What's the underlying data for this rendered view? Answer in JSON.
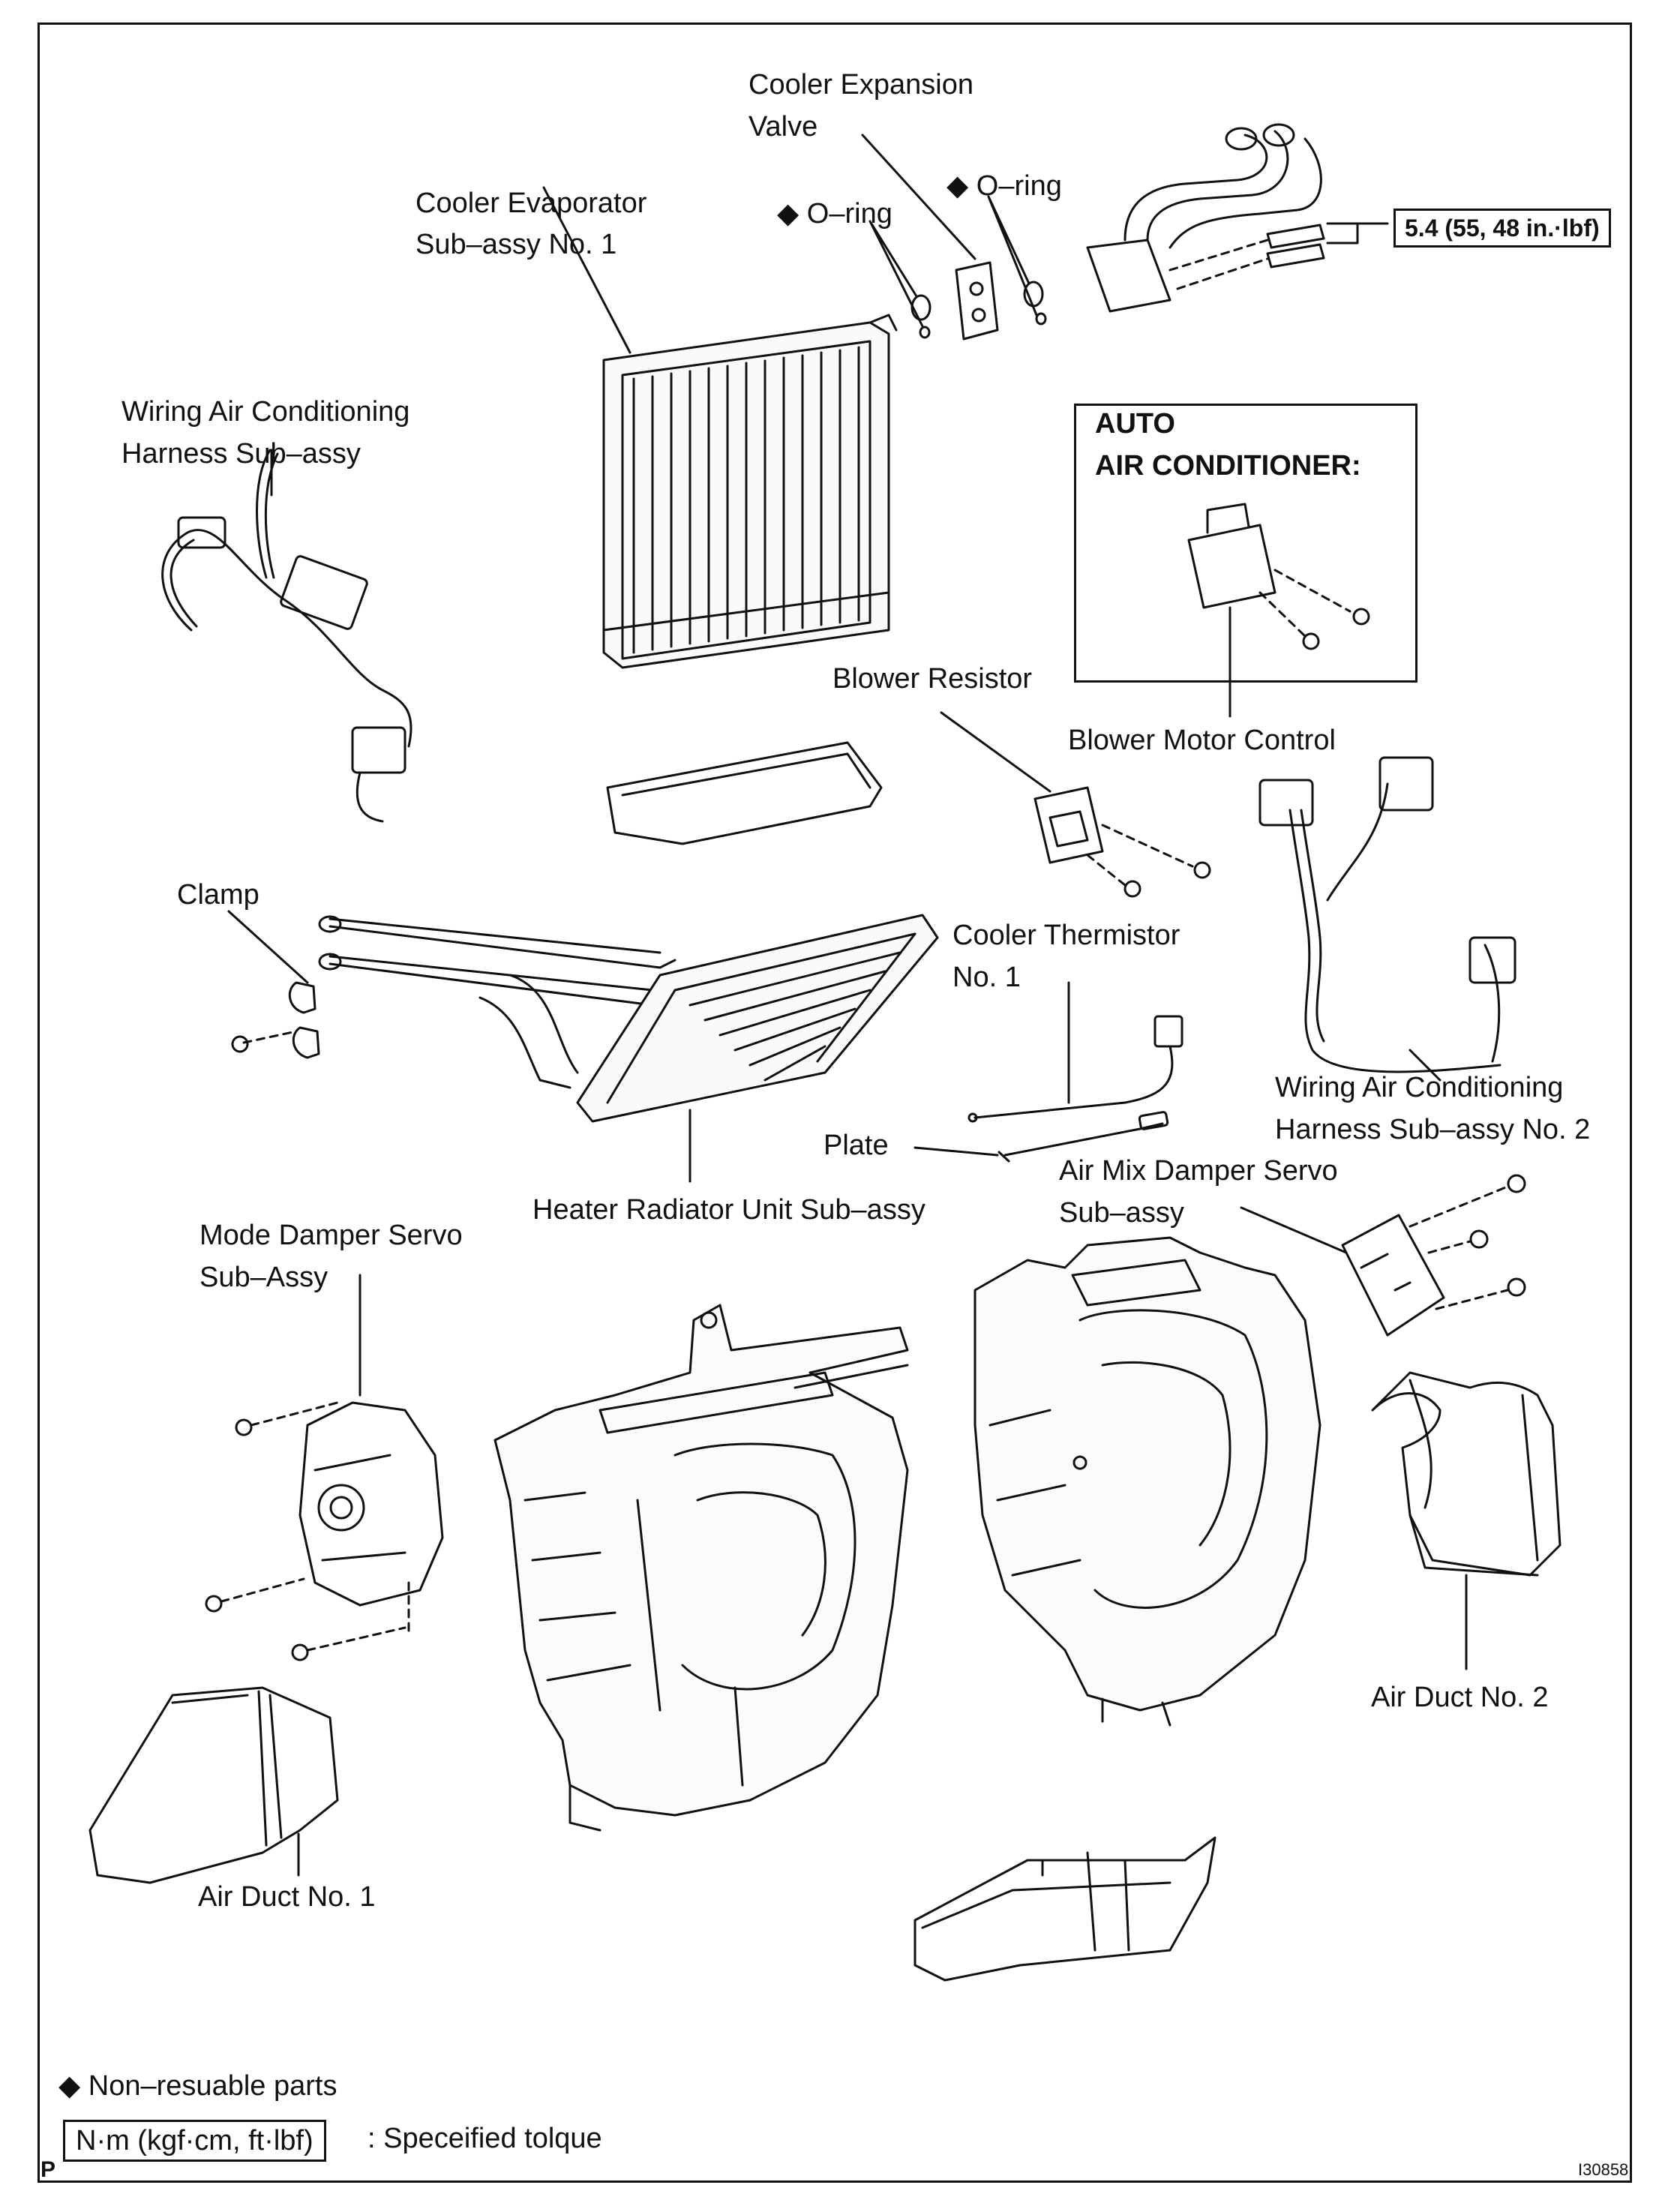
{
  "labels": {
    "expansion_valve_1": "Cooler Expansion",
    "expansion_valve_2": "Valve",
    "evaporator_1": "Cooler Evaporator",
    "evaporator_2": "Sub–assy No. 1",
    "oring_left": "O–ring",
    "oring_right": "O–ring",
    "diamond": "◆",
    "torque_value": "5.4 (55, 48 in.·lbf)",
    "harness_1a": "Wiring Air Conditioning",
    "harness_1b": "Harness Sub–assy",
    "auto_1": "AUTO",
    "auto_2": "AIR CONDITIONER:",
    "blower_resistor": "Blower Resistor",
    "blower_motor_control": "Blower Motor Control",
    "clamp": "Clamp",
    "thermistor_1": "Cooler Thermistor",
    "thermistor_2": "No. 1",
    "harness_2a": "Wiring Air Conditioning",
    "harness_2b": "Harness Sub–assy No. 2",
    "plate": "Plate",
    "air_mix_1": "Air Mix Damper Servo",
    "air_mix_2": "Sub–assy",
    "heater_radiator": "Heater Radiator Unit Sub–assy",
    "mode_damper_1": "Mode Damper Servo",
    "mode_damper_2": "Sub–Assy",
    "air_duct_2": "Air Duct No. 2",
    "air_duct_1": "Air Duct No. 1"
  },
  "legend": {
    "diamond": "◆",
    "non_reusable": "Non–resuable parts",
    "unit_box": "N·m (kgf·cm, ft·lbf)",
    "specified": ": Speceified tolque"
  },
  "corner": {
    "p": "P",
    "code": "I30858"
  }
}
